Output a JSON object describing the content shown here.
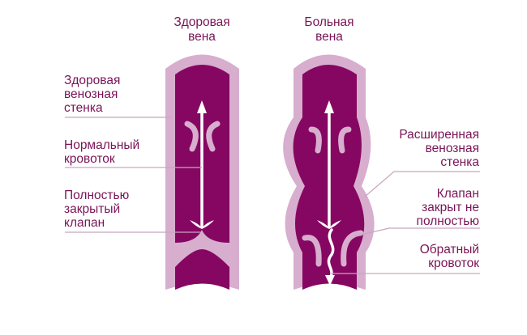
{
  "colors": {
    "wall": "#d7aece",
    "lumen": "#860761",
    "arrow": "#ffffff",
    "text": "#7a1457",
    "leader": "#c8a6be"
  },
  "titles": {
    "healthy_line1": "Здоровая",
    "healthy_line2": "вена",
    "diseased_line1": "Больная",
    "diseased_line2": "вена"
  },
  "labels": {
    "healthy_wall": [
      "Здоровая",
      "венозная",
      "стенка"
    ],
    "normal_flow": [
      "Нормальный",
      "кровоток"
    ],
    "closed_valve": [
      "Полностью",
      "закрытый",
      "клапан"
    ],
    "dilated_wall": [
      "Расширенная",
      "венозная",
      "стенка"
    ],
    "partial_valve": [
      "Клапан",
      "закрыт не",
      "полностью"
    ],
    "reflux": [
      "Обратный",
      "кровоток"
    ]
  }
}
